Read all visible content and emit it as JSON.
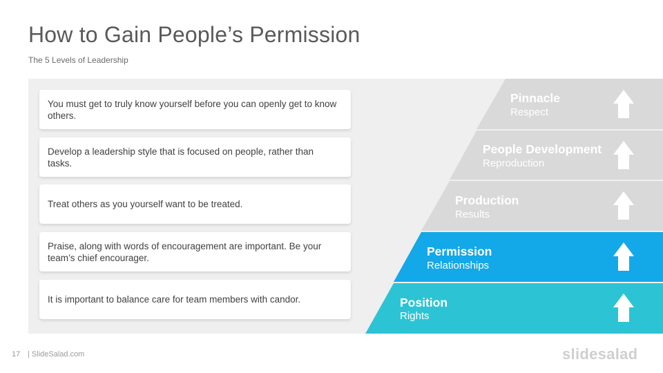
{
  "slide": {
    "title": "How to Gain People’s Permission",
    "subtitle": "The 5 Levels of Leadership"
  },
  "cards": [
    {
      "text": "You must get to truly know yourself before you can openly get to know others."
    },
    {
      "text": "Develop a leadership style that is focused on people, rather than tasks."
    },
    {
      "text": "Treat others as you yourself want to be treated."
    },
    {
      "text": "Praise, along with words of encouragement are important. Be your team’s chief encourager."
    },
    {
      "text": "It is important to balance care for team members with candor."
    }
  ],
  "levels": [
    {
      "title": "Pinnacle",
      "subtitle": "Respect",
      "color": "#d9d9d9",
      "icon": "up-arrow-icon"
    },
    {
      "title": "People Development",
      "subtitle": "Reproduction",
      "color": "#d9d9d9",
      "icon": "up-arrow-icon"
    },
    {
      "title": "Production",
      "subtitle": "Results",
      "color": "#d9d9d9",
      "icon": "up-arrow-icon"
    },
    {
      "title": "Permission",
      "subtitle": "Relationships",
      "color": "#13a8e8",
      "icon": "up-arrow-icon"
    },
    {
      "title": "Position",
      "subtitle": "Rights",
      "color": "#2cc4d4",
      "icon": "up-arrow-icon"
    }
  ],
  "footer": {
    "page_number": "17",
    "site": "| SlideSalad.com",
    "logo": "slidesalad"
  }
}
